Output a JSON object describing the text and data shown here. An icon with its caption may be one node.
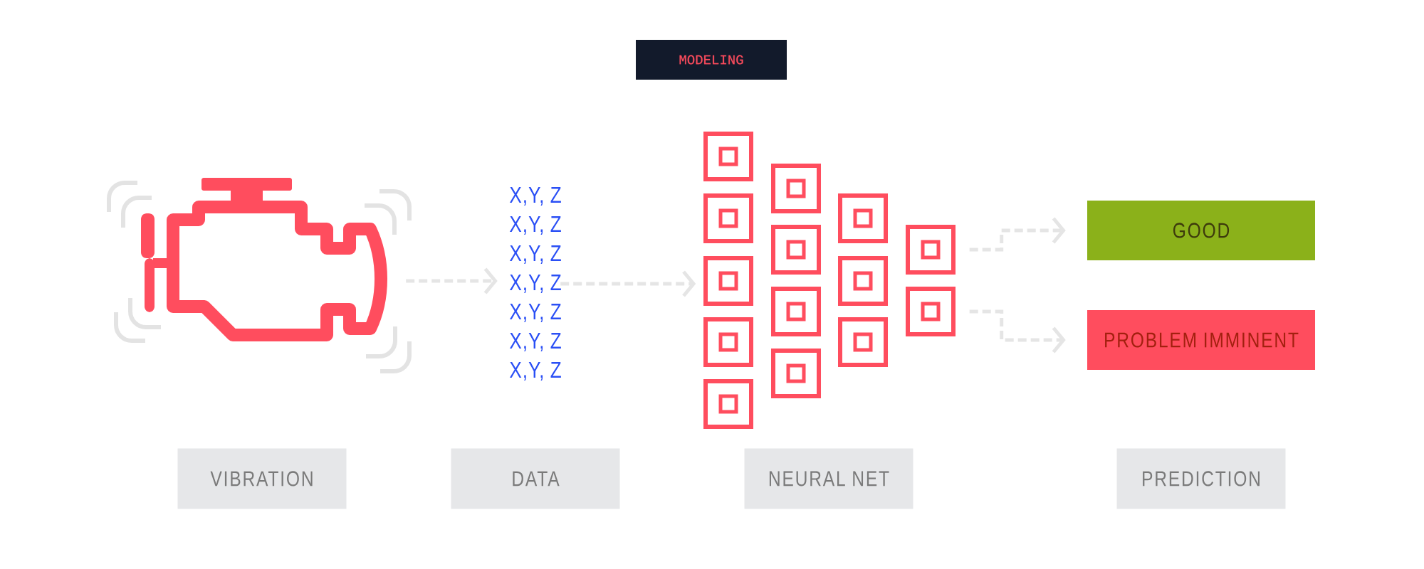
{
  "diagram": {
    "nodes": [
      {
        "text": [
          "MODELING"
        ]
      },
      {
        "text": [],
        "shape": "picture"
      },
      {
        "text": [
          "X,Y, Z",
          "X,Y, Z",
          "X,Y, Z",
          "X,Y, Z",
          "X,Y, Z",
          "X,Y, Z",
          "X,Y, Z"
        ]
      },
      {
        "text": [],
        "shape": "picture"
      },
      {
        "text": [
          "GOOD"
        ]
      },
      {
        "text": [
          "PROBLEM IMMINENT"
        ]
      },
      {
        "text": [
          "VIBRATION"
        ]
      },
      {
        "text": [
          "DATA"
        ]
      },
      {
        "text": [
          "NEURAL NET"
        ]
      },
      {
        "text": [
          "PREDICTION"
        ]
      }
    ],
    "edges": [
      {
        "from": 1,
        "to": 2,
        "arrow": "to",
        "style": "dashed"
      },
      {
        "from": 2,
        "to": 3,
        "arrow": "to",
        "style": "dashed"
      },
      {
        "from": 3,
        "to": 4,
        "arrow": "to",
        "style": "dashed"
      },
      {
        "from": 3,
        "to": 5,
        "arrow": "to",
        "style": "dashed"
      }
    ]
  }
}
